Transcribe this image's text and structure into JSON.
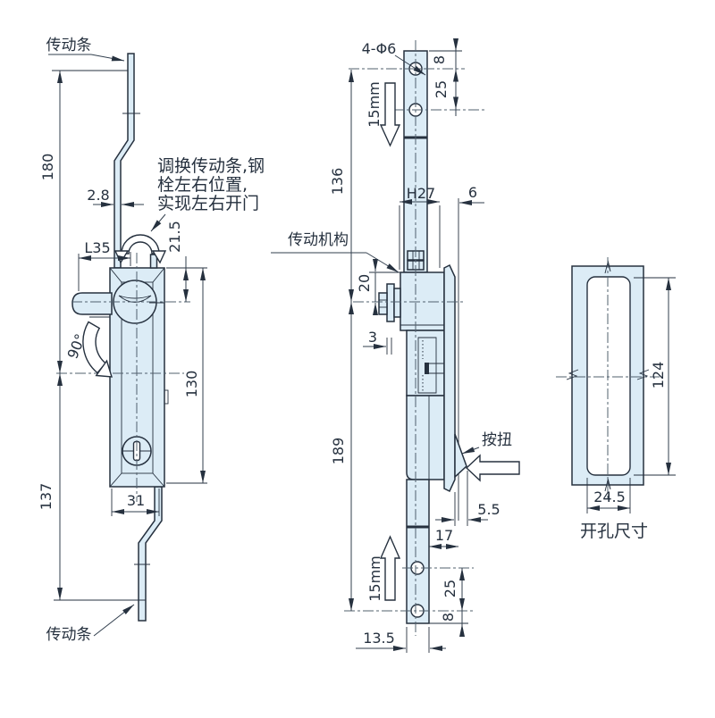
{
  "drawing": {
    "labels": {
      "rod_top": "传动条",
      "rod_bottom": "传动条",
      "note_line1": "调换传动条,钢",
      "note_line2": "栓左右位置,",
      "note_line3": "实现左右开门",
      "mechanism": "传动机构",
      "button": "按扭",
      "cutout_caption": "开孔尺寸",
      "holes_callout": "4-Φ6",
      "travel_top": "15mm",
      "travel_bottom": "15mm",
      "rotation": "90°"
    },
    "dims_front": {
      "rod_thickness": "2.8",
      "upper_height": "180",
      "latch_offset": "L35",
      "top_to_center": "21.5",
      "body_height": "130",
      "body_width": "31",
      "lower_height": "137"
    },
    "dims_side": {
      "upper_center": "136",
      "hole_edge_top": "8",
      "hole_pitch_top": "25",
      "guide_width": "H27",
      "gap": "6",
      "shaft": "20",
      "clearance": "3",
      "lower_center": "189",
      "button_offset": "5.5",
      "rod_offset": "17",
      "hole_pitch_bottom": "25",
      "hole_edge_bottom": "8",
      "rod_width": "13.5"
    },
    "dims_cutout": {
      "height": "124",
      "width": "24.5"
    },
    "colors": {
      "line": "#26313f",
      "fill": "#dcecf6",
      "centerline": "#51606e"
    }
  }
}
